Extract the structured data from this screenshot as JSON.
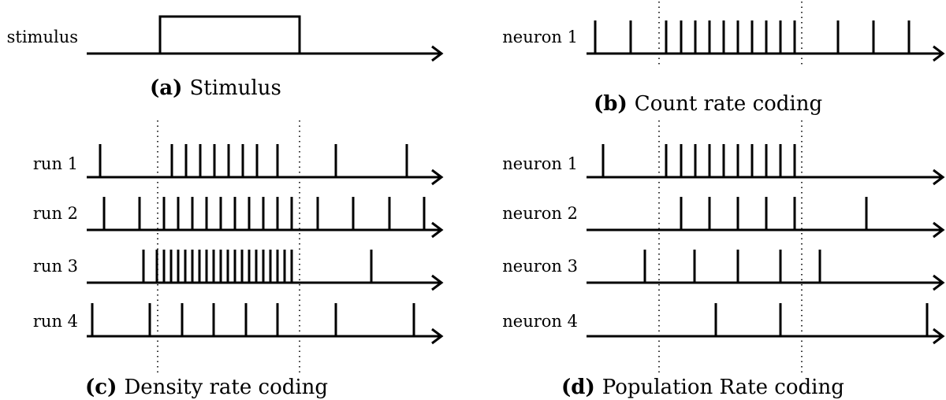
{
  "panels": [
    {
      "id": "a",
      "caption": {
        "tag": "(a)",
        "text": "Stimulus"
      },
      "rows": [
        {
          "label": "stimulus",
          "type": "pulse",
          "pulse": [
            203,
            380
          ]
        }
      ]
    },
    {
      "id": "b",
      "caption": {
        "tag": "(b)",
        "text": "Count rate coding"
      },
      "rows": [
        {
          "label": "neuron 1",
          "spikes": [
            755,
            800,
            845,
            864,
            882,
            900,
            918,
            936,
            954,
            972,
            990,
            1008,
            1063,
            1108,
            1153
          ]
        }
      ]
    },
    {
      "id": "c",
      "caption": {
        "tag": "(c)",
        "text": "Density rate coding"
      },
      "rows": [
        {
          "label": "run 1",
          "spikes": [
            127,
            218,
            236,
            254,
            272,
            290,
            308,
            326,
            352,
            426,
            516
          ]
        },
        {
          "label": "run 2",
          "spikes": [
            132,
            177,
            208,
            226,
            244,
            262,
            280,
            298,
            316,
            334,
            352,
            370,
            403,
            448,
            494,
            538
          ]
        },
        {
          "label": "run 3",
          "spikes": [
            182,
            199,
            208,
            217,
            226,
            235,
            244,
            253,
            262,
            271,
            280,
            289,
            298,
            307,
            316,
            325,
            334,
            343,
            352,
            361,
            370,
            471
          ]
        },
        {
          "label": "run 4",
          "spikes": [
            117,
            190,
            231,
            271,
            312,
            352,
            426,
            525
          ]
        }
      ]
    },
    {
      "id": "d",
      "caption": {
        "tag": "(d)",
        "text": "Population Rate coding"
      },
      "rows": [
        {
          "label": "neuron 1",
          "spikes": [
            765,
            845,
            864,
            882,
            900,
            918,
            936,
            954,
            972,
            990,
            1008
          ]
        },
        {
          "label": "neuron 2",
          "spikes": [
            864,
            900,
            936,
            972,
            1008,
            1099
          ]
        },
        {
          "label": "neuron 3",
          "spikes": [
            818,
            881,
            936,
            990,
            1040
          ]
        },
        {
          "label": "neuron 4",
          "spikes": [
            908,
            990,
            1176
          ]
        }
      ]
    }
  ]
}
